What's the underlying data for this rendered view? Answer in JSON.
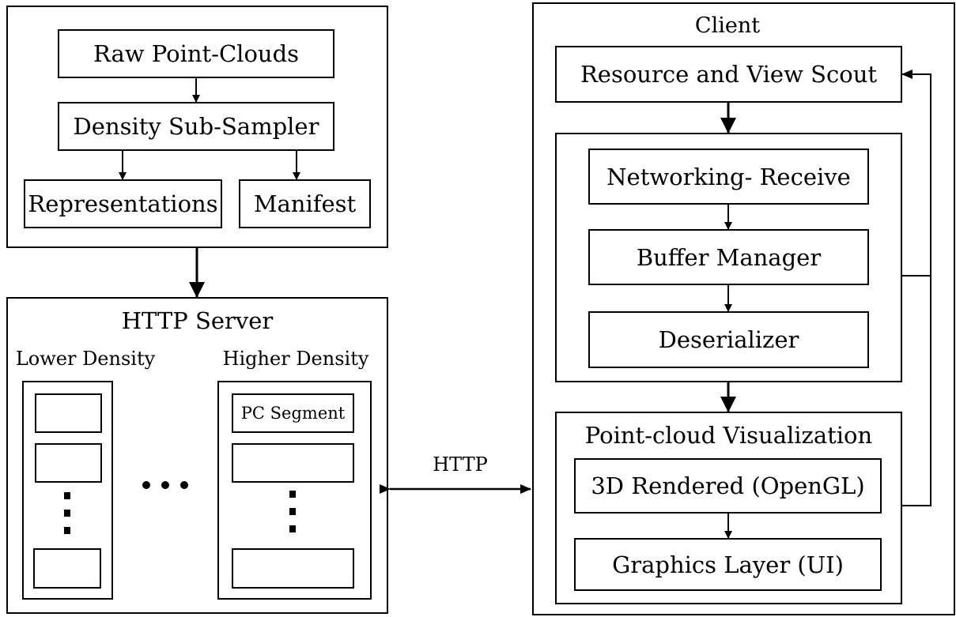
{
  "top_left": {
    "raw_point_clouds": "Raw Point-Clouds",
    "density_sub_sampler": "Density Sub-Sampler",
    "representations": "Representations",
    "manifest": "Manifest"
  },
  "server": {
    "title": "HTTP Server",
    "lower_density": "Lower Density",
    "higher_density": "Higher Density",
    "pc_segment": "PC Segment"
  },
  "link": {
    "label": "HTTP"
  },
  "client": {
    "title": "Client",
    "resource_scout": "Resource and View Scout",
    "networking_receive": "Networking- Receive",
    "buffer_manager": "Buffer Manager",
    "deserializer": "Deserializer",
    "visualization_title": "Point-cloud Visualization",
    "renderer": "3D Rendered (OpenGL)",
    "graphics_layer": "Graphics Layer (UI)"
  }
}
